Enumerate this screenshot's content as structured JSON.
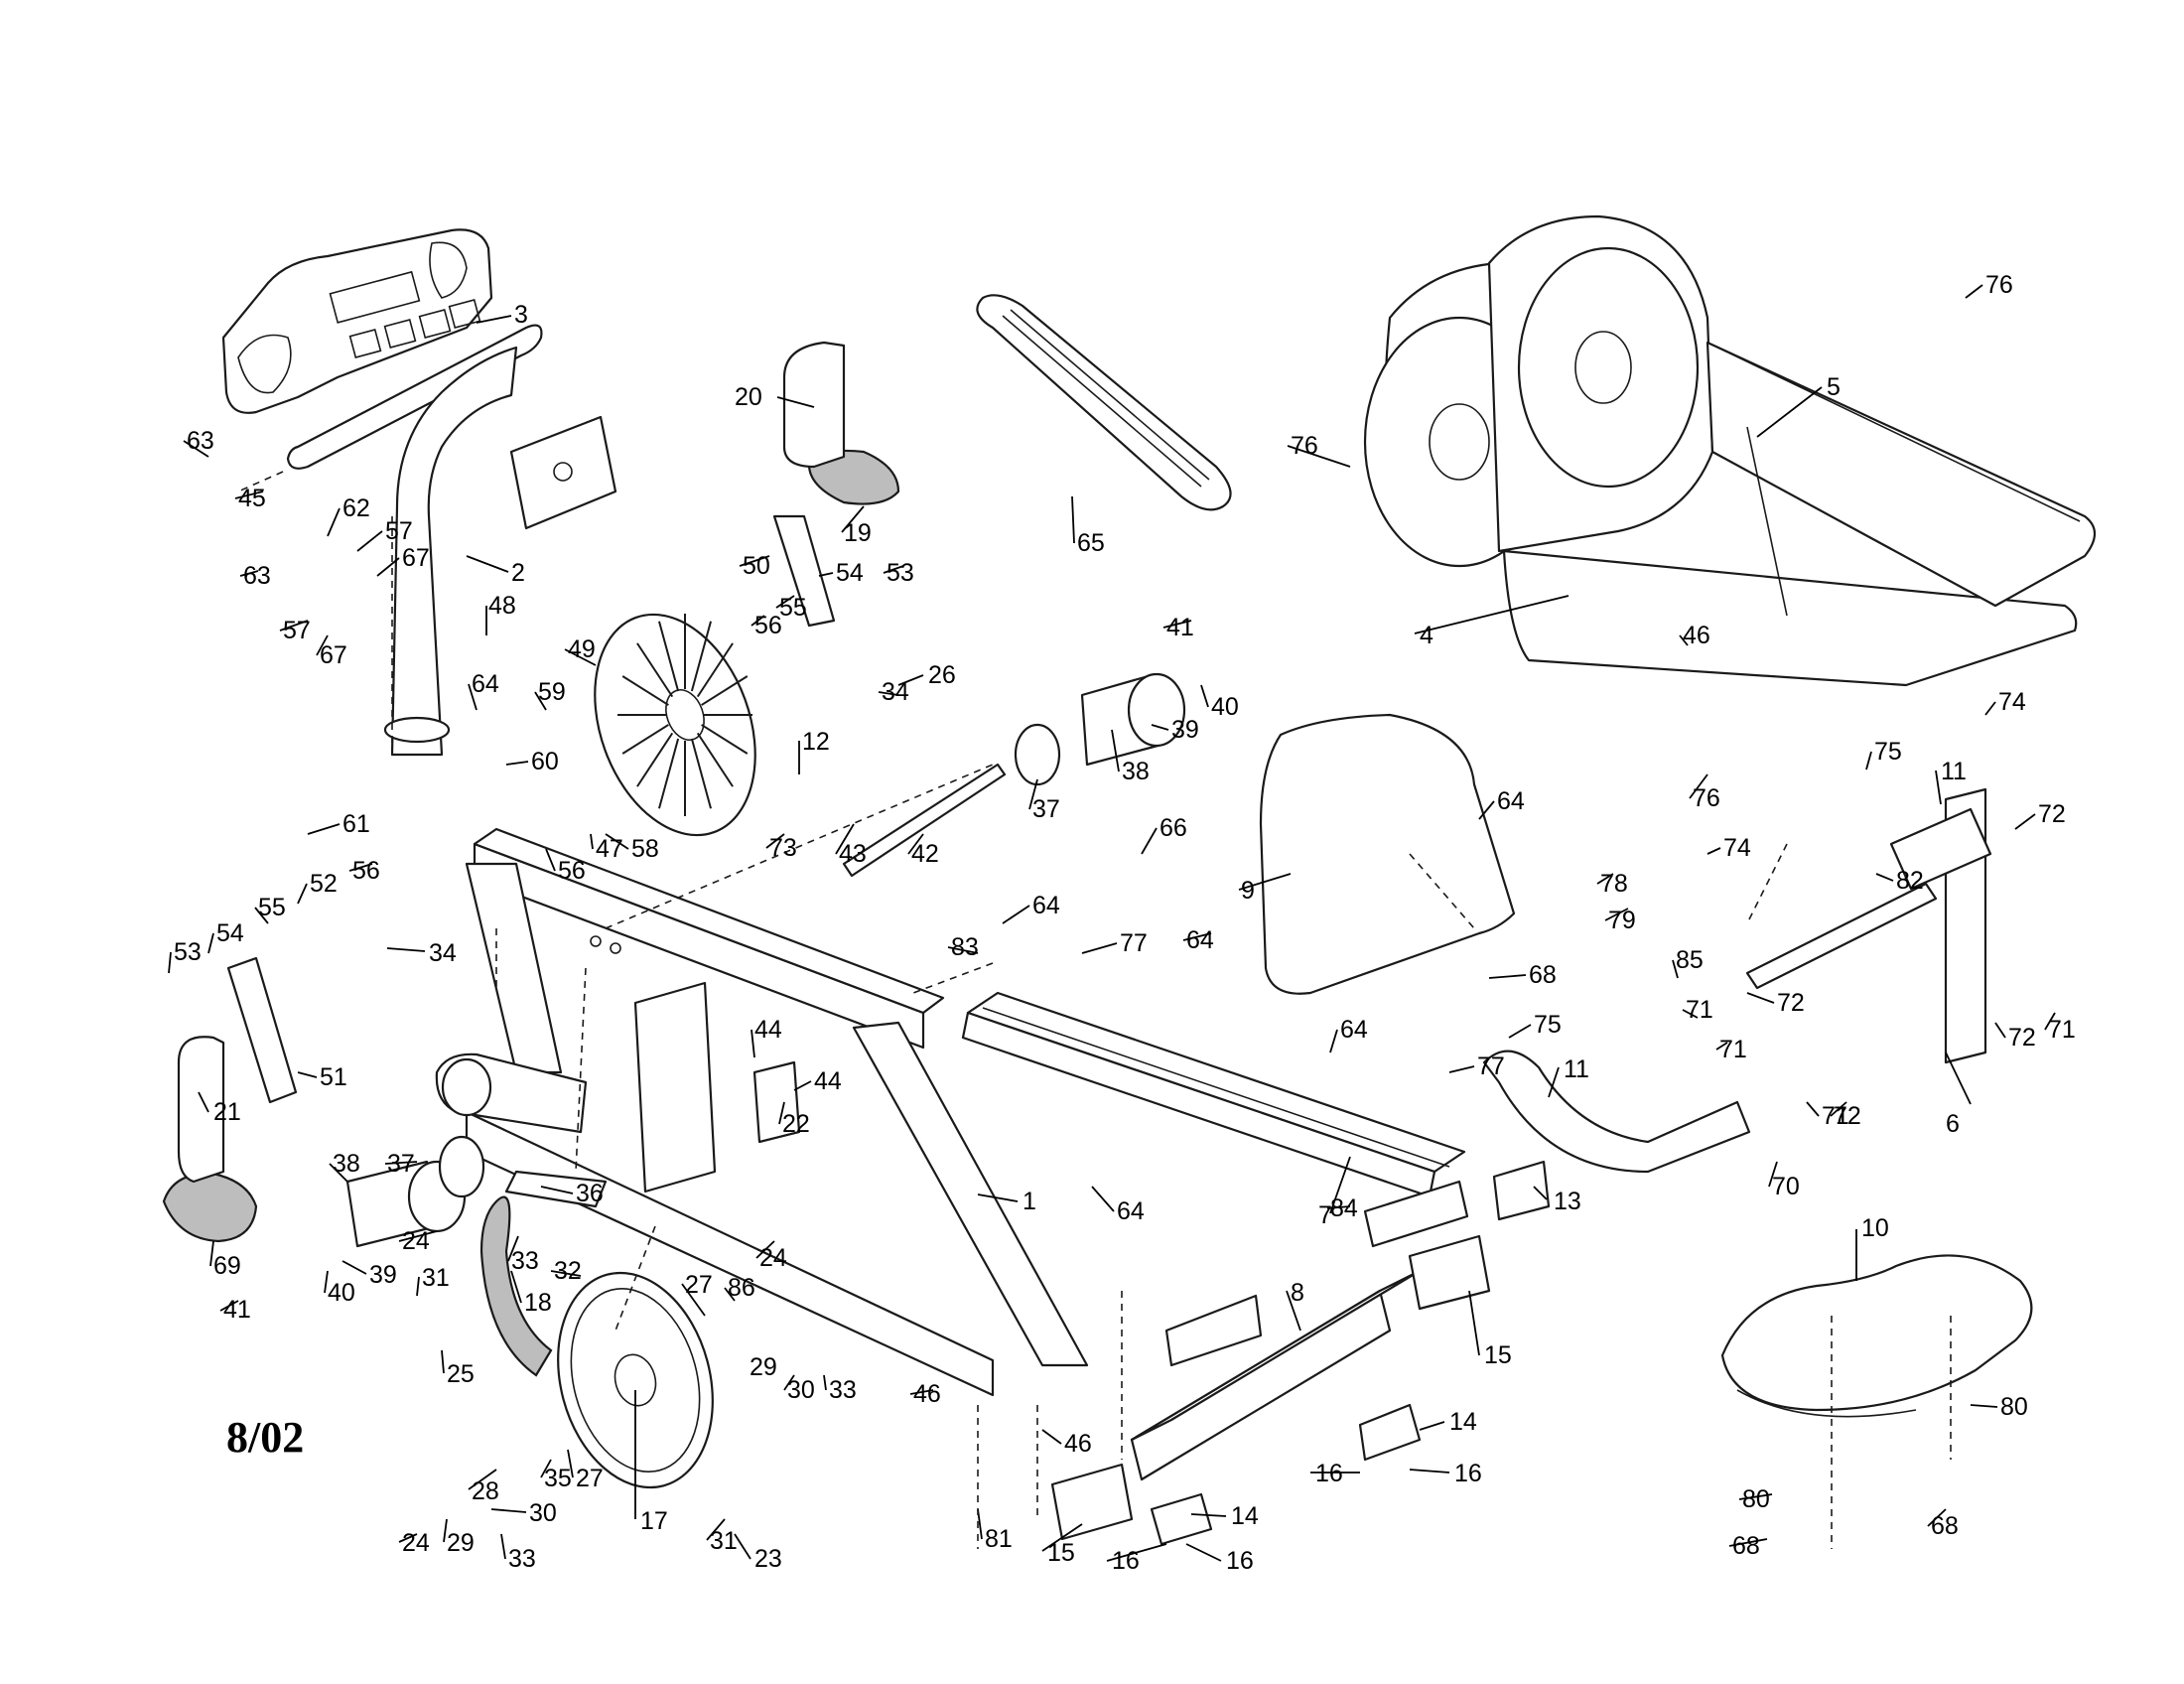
{
  "document": {
    "date_code": "8/02"
  },
  "callouts": {
    "c1": "1",
    "c2": "2",
    "c3": "3",
    "c4": "4",
    "c5": "5",
    "c6": "6",
    "c7": "7",
    "c8": "8",
    "c9": "9",
    "c10": "10",
    "c11a": "11",
    "c11b": "11",
    "c12": "12",
    "c13": "13",
    "c14a": "14",
    "c14b": "14",
    "c15a": "15",
    "c15b": "15",
    "c16a": "16",
    "c16b": "16",
    "c16c": "16",
    "c16d": "16",
    "c17": "17",
    "c18": "18",
    "c19": "19",
    "c20": "20",
    "c21": "21",
    "c22": "22",
    "c23": "23",
    "c24a": "24",
    "c24b": "24",
    "c24c": "24",
    "c25": "25",
    "c26": "26",
    "c27a": "27",
    "c27b": "27",
    "c28": "28",
    "c29a": "29",
    "c29b": "29",
    "c30a": "30",
    "c30b": "30",
    "c31a": "31",
    "c31b": "31",
    "c32": "32",
    "c33a": "33",
    "c33b": "33",
    "c33c": "33",
    "c34a": "34",
    "c34b": "34",
    "c35": "35",
    "c36": "36",
    "c37a": "37",
    "c37b": "37",
    "c38a": "38",
    "c38b": "38",
    "c39a": "39",
    "c39b": "39",
    "c40a": "40",
    "c40b": "40",
    "c41a": "41",
    "c41b": "41",
    "c42": "42",
    "c43": "43",
    "c44a": "44",
    "c44b": "44",
    "c45": "45",
    "c46a": "46",
    "c46b": "46",
    "c46c": "46",
    "c47": "47",
    "c48": "48",
    "c49": "49",
    "c50": "50",
    "c51": "51",
    "c52": "52",
    "c53a": "53",
    "c53b": "53",
    "c54a": "54",
    "c54b": "54",
    "c55a": "55",
    "c55b": "55",
    "c56a": "56",
    "c56b": "56",
    "c56c": "56",
    "c57a": "57",
    "c57b": "57",
    "c58": "58",
    "c59": "59",
    "c60": "60",
    "c61": "61",
    "c62": "62",
    "c63a": "63",
    "c63b": "63",
    "c64a": "64",
    "c64b": "64",
    "c64c": "64",
    "c64d": "64",
    "c64e": "64",
    "c64f": "64",
    "c65": "65",
    "c66": "66",
    "c67a": "67",
    "c67b": "67",
    "c68a": "68",
    "c68b": "68",
    "c68c": "68",
    "c69": "69",
    "c70": "70",
    "c71a": "71",
    "c71b": "71",
    "c71c": "71",
    "c71d": "71",
    "c72a": "72",
    "c72b": "72",
    "c72c": "72",
    "c72d": "72",
    "c73": "73",
    "c74a": "74",
    "c74b": "74",
    "c75a": "75",
    "c75b": "75",
    "c76a": "76",
    "c76b": "76",
    "c76c": "76",
    "c77a": "77",
    "c77b": "77",
    "c78": "78",
    "c79": "79",
    "c80a": "80",
    "c80b": "80",
    "c81": "81",
    "c82": "82",
    "c83": "83",
    "c84": "84",
    "c85": "85",
    "c86": "86"
  }
}
